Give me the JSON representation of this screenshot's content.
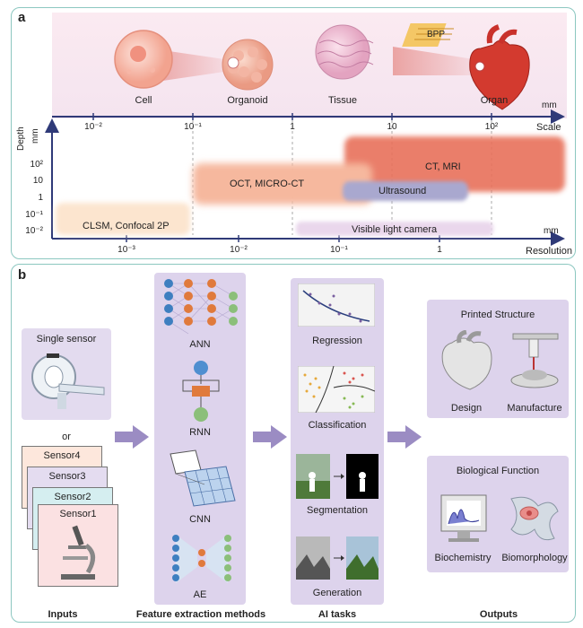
{
  "panel_a": {
    "label": "a",
    "scale_items": [
      "Cell",
      "Organoid",
      "Tissue",
      "Organ"
    ],
    "bpp": "BPP",
    "scale_unit": "mm",
    "scale_axis": "Scale",
    "scale_ticks": [
      "10⁻²",
      "10⁻¹",
      "1",
      "10",
      "10²"
    ],
    "depth_label": "Depth",
    "depth_unit": "mm",
    "depth_ticks": [
      "10²",
      "10",
      "1",
      "10⁻¹",
      "10⁻²"
    ],
    "methods": [
      "CT, MRI",
      "OCT, MICRO-CT",
      "Ultrasound",
      "CLSM, Confocal 2P",
      "Visible light camera"
    ],
    "resolution_unit": "mm",
    "resolution_axis": "Resolution",
    "resolution_ticks": [
      "10⁻³",
      "10⁻²",
      "10⁻¹",
      "1"
    ]
  },
  "panel_b": {
    "label": "b",
    "single_sensor": "Single sensor",
    "or": "or",
    "sensors": [
      "Sensor4",
      "Sensor3",
      "Sensor2",
      "Sensor1"
    ],
    "networks": [
      "ANN",
      "RNN",
      "CNN",
      "AE"
    ],
    "tasks": [
      "Regression",
      "Classification",
      "Segmentation",
      "Generation"
    ],
    "printed_structure": "Printed Structure",
    "design": "Design",
    "manufacture": "Manufacture",
    "biological_function": "Biological Function",
    "biochemistry": "Biochemistry",
    "biomorphology": "Biomorphology",
    "columns": [
      "Inputs",
      "Feature extraction methods",
      "AI tasks",
      "Outputs"
    ]
  }
}
